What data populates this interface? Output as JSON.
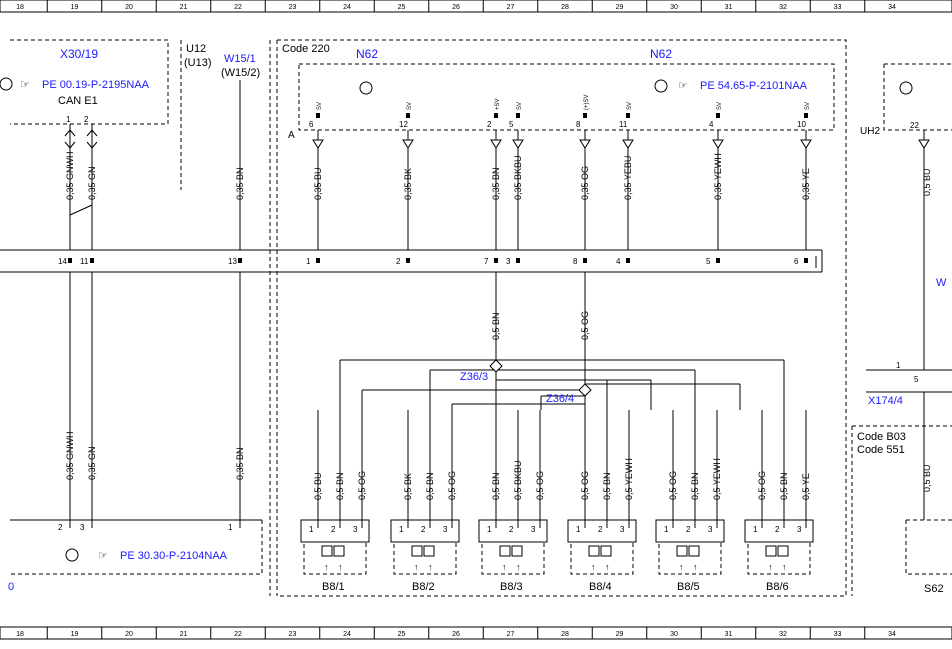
{
  "grid": {
    "columns": [
      "18",
      "19",
      "20",
      "21",
      "22",
      "23",
      "24",
      "25",
      "26",
      "27",
      "28",
      "29",
      "30",
      "31",
      "32",
      "33",
      "34"
    ]
  },
  "components": {
    "x30_19": {
      "id": "X30/19",
      "ref": "PE 00.19-P-2195NAA",
      "bus": "CAN E1"
    },
    "u12": {
      "line1": "U12",
      "line2": "(U13)"
    },
    "w15": {
      "line1": "W15/1",
      "line2": "(W15/2)"
    },
    "code220": "Code 220",
    "n62_left": "N62",
    "n62_right": "N62",
    "n62_ref": "PE 54.65-P-2101NAA",
    "n62_connector": "A",
    "uh2": "UH2",
    "x174": "X174/4",
    "code_b03": "Code B03",
    "code_551": "Code 551",
    "s62": "S62",
    "bottom_ref": "PE 30.30-P-2104NAA",
    "bottom_left_zero": "0",
    "right_w": "W",
    "z36_3": "Z36/3",
    "z36_4": "Z36/4"
  },
  "n62_pins": [
    {
      "num": "6",
      "sig": "SV"
    },
    {
      "num": "12",
      "sig": "SV"
    },
    {
      "num": "2",
      "sig": "+SV"
    },
    {
      "num": "5",
      "sig": "SV"
    },
    {
      "num": "8",
      "sig": "(+)SV"
    },
    {
      "num": "11",
      "sig": "SV"
    },
    {
      "num": "4",
      "sig": "SV"
    },
    {
      "num": "10",
      "sig": "SV"
    }
  ],
  "upper_wires": [
    "0,35 GNWH",
    "0,35 GN",
    "0,35 BN",
    "0,35 BU",
    "0,35 BK",
    "0,35 BN",
    "0,35 BKBU",
    "0,35 OG",
    "0,35 YEBU",
    "0,35 YEWH",
    "0,35 YE"
  ],
  "strip_pins": [
    "14",
    "11",
    "13",
    "1",
    "2",
    "7",
    "3",
    "8",
    "4",
    "5",
    "6"
  ],
  "mid_wires": [
    "0,5 BN",
    "0,5 OG"
  ],
  "lower_left_wires": [
    "0,35 GNWH",
    "0,35 GN",
    "0,35 BN"
  ],
  "bottom_connector_pins": [
    "2",
    "3",
    "1"
  ],
  "sensors": [
    {
      "name": "B8/1",
      "wires": [
        "0,5 BU",
        "0,5 BN",
        "0,5 OG"
      ]
    },
    {
      "name": "B8/2",
      "wires": [
        "0,5 BK",
        "0,5 BN",
        "0,5 OG"
      ]
    },
    {
      "name": "B8/3",
      "wires": [
        "0,5 BN",
        "0,5 BKBU",
        "0,5 OG"
      ]
    },
    {
      "name": "B8/4",
      "wires": [
        "0,5 OG",
        "0,5 BN",
        "0,5 YEWH"
      ]
    },
    {
      "name": "B8/5",
      "wires": [
        "0,5 OG",
        "0,5 BN",
        "0,5 YEWH"
      ]
    },
    {
      "name": "B8/6",
      "wires": [
        "0,5 OG",
        "0,5 BN",
        "0,5 YE"
      ]
    }
  ],
  "sensor_pins": [
    "1",
    "2",
    "3"
  ],
  "right_side": {
    "pin_22": "22",
    "pin_5": "5",
    "pin_1": "1",
    "wire_upper": "0,5 BU",
    "wire_lower": "0,5 BU"
  },
  "colors": {
    "link": "#1a1aff",
    "line": "#000000"
  }
}
